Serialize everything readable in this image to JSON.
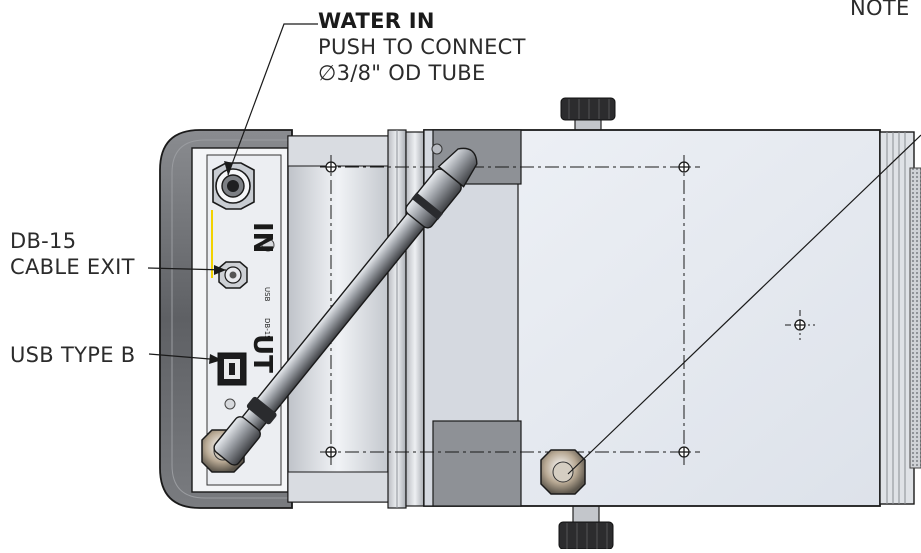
{
  "callouts": {
    "water_in": {
      "title": "WATER IN",
      "line2": "PUSH TO CONNECT",
      "line3": "∅3/8\" OD TUBE"
    },
    "db15": {
      "line1": "DB-15",
      "line2": "CABLE EXIT"
    },
    "usb": {
      "label": "USB TYPE B"
    },
    "note": {
      "label": "NOTE"
    }
  },
  "panel_text": {
    "in_label": "IN",
    "ut_label": "UT",
    "small_a": "DB-15",
    "small_b": "USB"
  },
  "colors": {
    "metal_light": "#e4e9f1",
    "metal_mid": "#c9cfd8",
    "frame_dark": "#6c6e72",
    "line": "#1a1a1a"
  }
}
